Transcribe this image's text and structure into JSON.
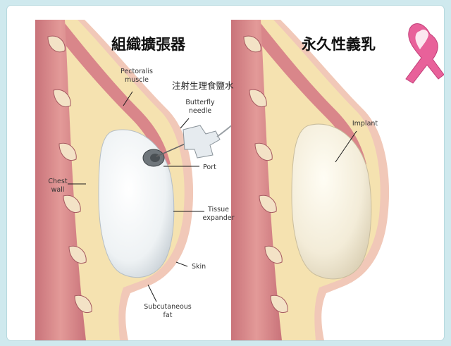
{
  "titles": {
    "left": "組織擴張器",
    "right": "永久性義乳",
    "annotation": "注射生理食鹽水"
  },
  "labels": {
    "pectoralis_1": "Pectoralis",
    "pectoralis_2": "muscle",
    "butterfly_1": "Butterfly",
    "butterfly_2": "needle",
    "port": "Port",
    "chest_1": "Chest",
    "chest_2": "wall",
    "tissue_1": "Tissue",
    "tissue_2": "expander",
    "skin": "Skin",
    "subcut_1": "Subcutaneous",
    "subcut_2": "fat",
    "implant": "Implant"
  },
  "colors": {
    "background": "#cfe9ee",
    "skin": "#f1c8b8",
    "fat": "#f5e2b0",
    "muscle": "#d9868a",
    "ribbon": "#e8619a"
  },
  "icons": {
    "ribbon": "pink-ribbon-icon"
  }
}
